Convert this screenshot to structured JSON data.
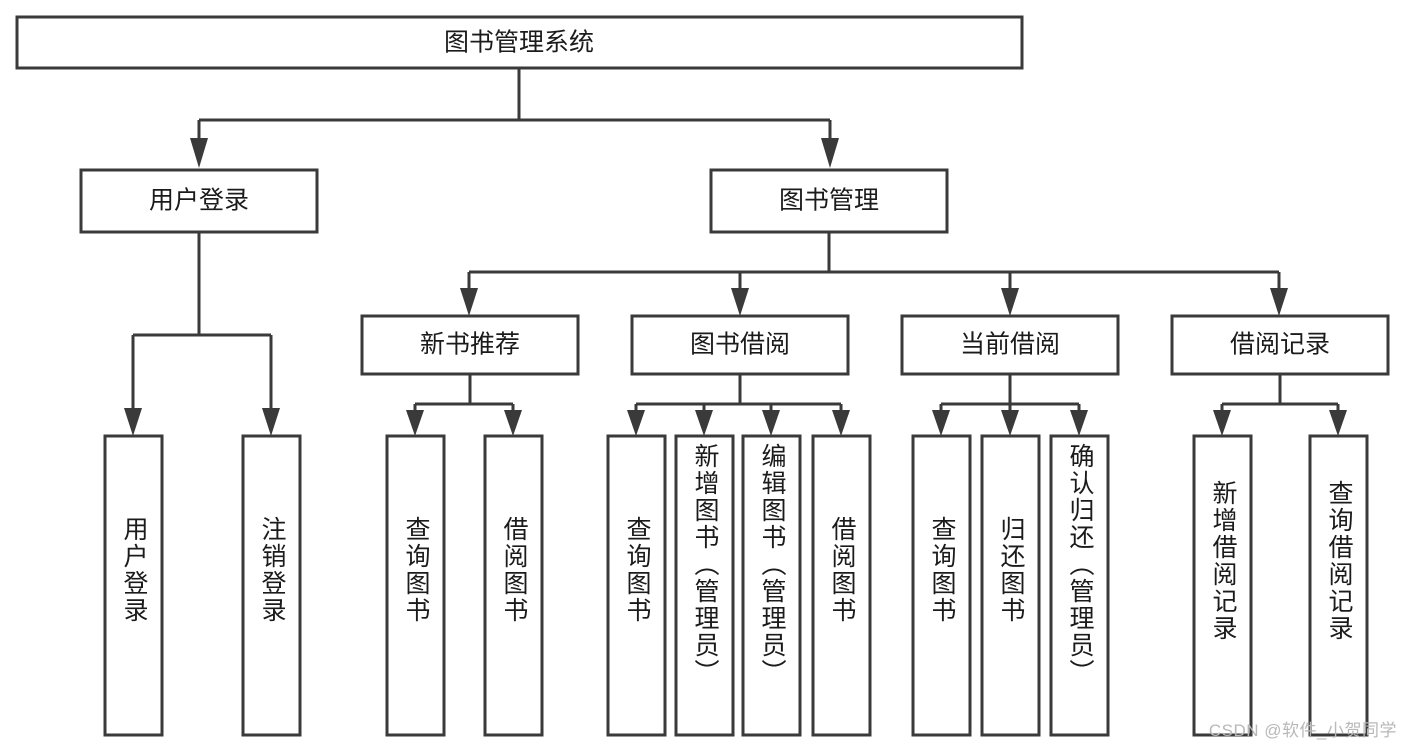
{
  "diagram": {
    "title": "图书管理系统",
    "type": "hierarchy-tree",
    "watermark": "CSDN @软件_小贺同学",
    "colors": {
      "box_stroke": "#3a3a3a",
      "box_fill": "#ffffff",
      "text": "#1b1b1b",
      "watermark": "#b8b8b8",
      "background": "#ffffff"
    },
    "levels": {
      "root": {
        "label": "图书管理系统"
      },
      "level2": [
        {
          "id": "user-login",
          "label": "用户登录"
        },
        {
          "id": "book-management",
          "label": "图书管理"
        }
      ],
      "level3": [
        {
          "id": "new-book-recommend",
          "label": "新书推荐",
          "parent": "book-management"
        },
        {
          "id": "book-borrow",
          "label": "图书借阅",
          "parent": "book-management"
        },
        {
          "id": "current-borrow",
          "label": "当前借阅",
          "parent": "book-management"
        },
        {
          "id": "borrow-record",
          "label": "借阅记录",
          "parent": "book-management"
        }
      ],
      "leaves": [
        {
          "id": "leaf-user-login",
          "label": "用户登录",
          "parent": "user-login"
        },
        {
          "id": "leaf-logout-login",
          "label": "注销登录",
          "parent": "user-login"
        },
        {
          "id": "leaf-query-book-1",
          "label": "查询图书",
          "parent": "new-book-recommend"
        },
        {
          "id": "leaf-borrow-book-1",
          "label": "借阅图书",
          "parent": "new-book-recommend"
        },
        {
          "id": "leaf-query-book-2",
          "label": "查询图书",
          "parent": "book-borrow"
        },
        {
          "id": "leaf-add-book-admin",
          "label": "新增图书（管理员）",
          "parent": "book-borrow"
        },
        {
          "id": "leaf-edit-book-admin",
          "label": "编辑图书（管理员）",
          "parent": "book-borrow"
        },
        {
          "id": "leaf-borrow-book-2",
          "label": "借阅图书",
          "parent": "book-borrow"
        },
        {
          "id": "leaf-query-book-3",
          "label": "查询图书",
          "parent": "current-borrow"
        },
        {
          "id": "leaf-return-book",
          "label": "归还图书",
          "parent": "current-borrow"
        },
        {
          "id": "leaf-confirm-return-admin",
          "label": "确认归还（管理员）",
          "parent": "current-borrow"
        },
        {
          "id": "leaf-add-borrow-record",
          "label": "新增借阅记录",
          "parent": "borrow-record"
        },
        {
          "id": "leaf-query-borrow-record",
          "label": "查询借阅记录",
          "parent": "borrow-record"
        }
      ]
    }
  }
}
